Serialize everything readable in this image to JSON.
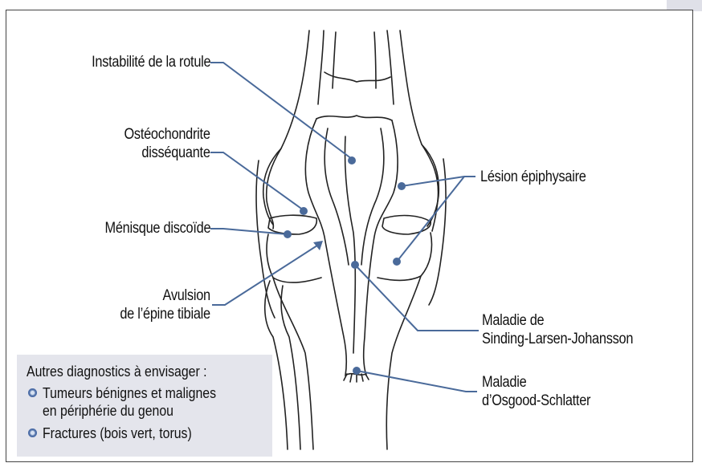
{
  "labels": {
    "rotule": "Instabilité de la rotule",
    "osteo_line1": "Ostéochondrite",
    "osteo_line2": "disséquante",
    "menisque": "Ménisque discoïde",
    "avulsion_line1": "Avulsion",
    "avulsion_line2": "de l’épine tibiale",
    "epiphysaire": "Lésion épiphysaire",
    "sinding_line1": "Maladie de",
    "sinding_line2": "Sinding-Larsen-Johansson",
    "osgood_line1": "Maladie",
    "osgood_line2": "d’Osgood-Schlatter"
  },
  "info_box": {
    "title": "Autres diagnostics à envisager :",
    "items": [
      {
        "line1": "Tumeurs bénignes et malignes",
        "line2": "en périphérie du genou"
      },
      {
        "line1": "Fractures (bois vert, torus)"
      }
    ]
  },
  "colors": {
    "leader_line": "#4a6a9a",
    "pointer_dot": "#4a6a9a",
    "box_background": "#e4e5ec",
    "bullet": "#6f8fc4",
    "outline": "#222222"
  }
}
